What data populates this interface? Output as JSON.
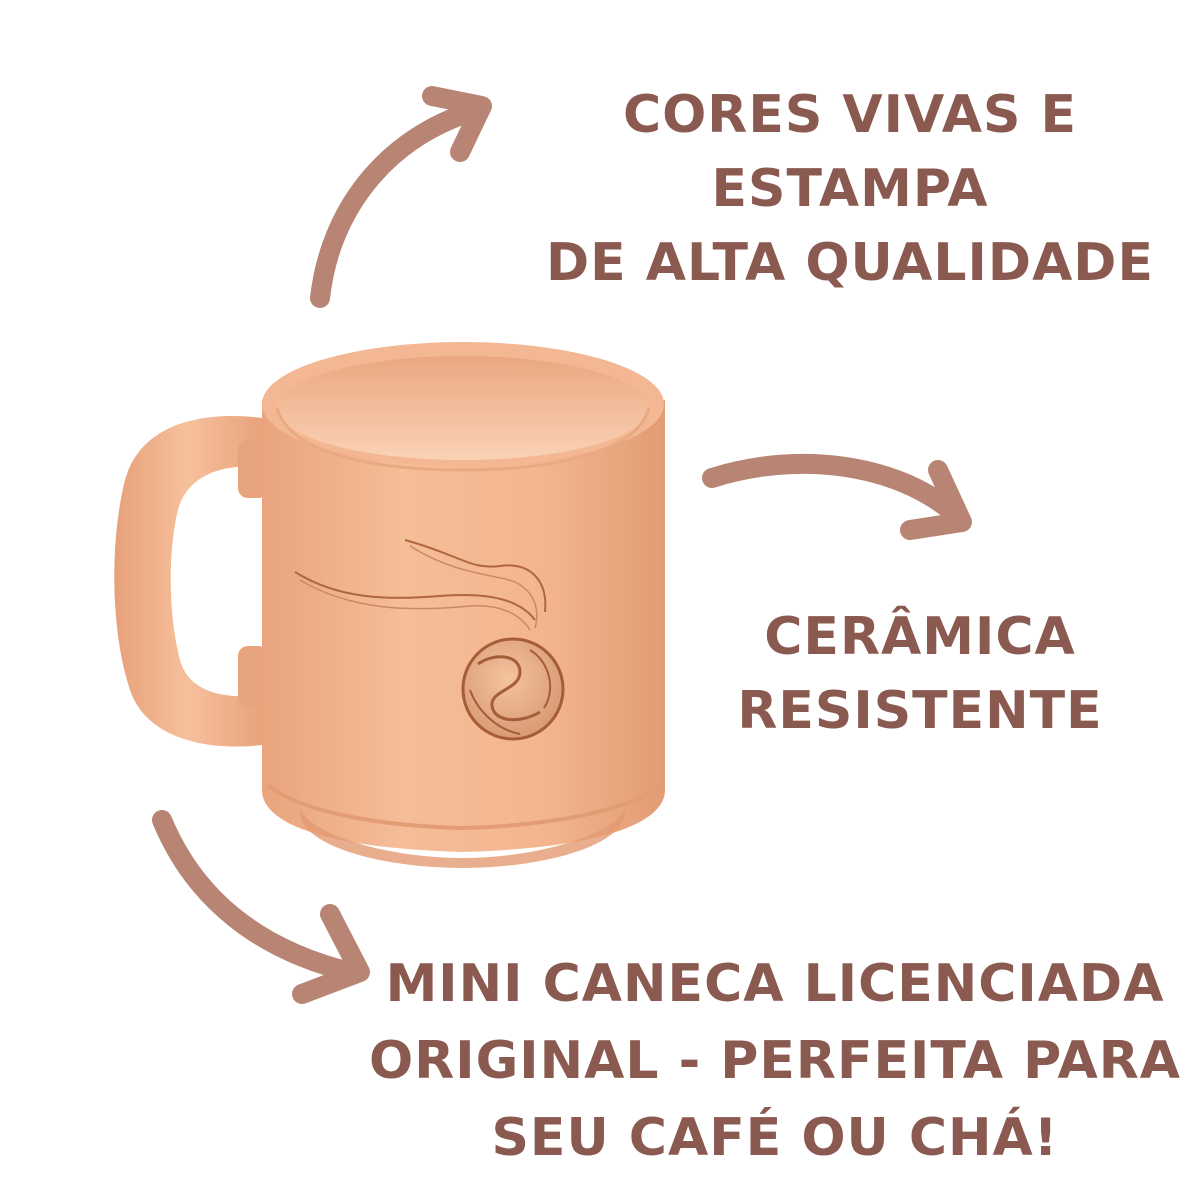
{
  "colors": {
    "background": "#ffffff",
    "text": "#8a5950",
    "arrow": "#b88574",
    "mug_body": "#f2b48f",
    "mug_shadow": "#e09b74",
    "mug_inner": "#f8c7a6",
    "print_line": "#b0663f"
  },
  "features": {
    "quality": {
      "lines": [
        "CORES VIVAS E",
        "ESTAMPA",
        "DE ALTA QUALIDADE"
      ]
    },
    "ceramic": {
      "lines": [
        "CERÂMICA",
        "RESISTENTE"
      ]
    },
    "licensed": {
      "lines": [
        "MINI CANECA LICENCIADA",
        "ORIGINAL - PERFEITA PARA",
        "SEU CAFÉ OU CHÁ!"
      ]
    }
  },
  "product": {
    "item": "mug",
    "print": "winged-ball-icon"
  }
}
